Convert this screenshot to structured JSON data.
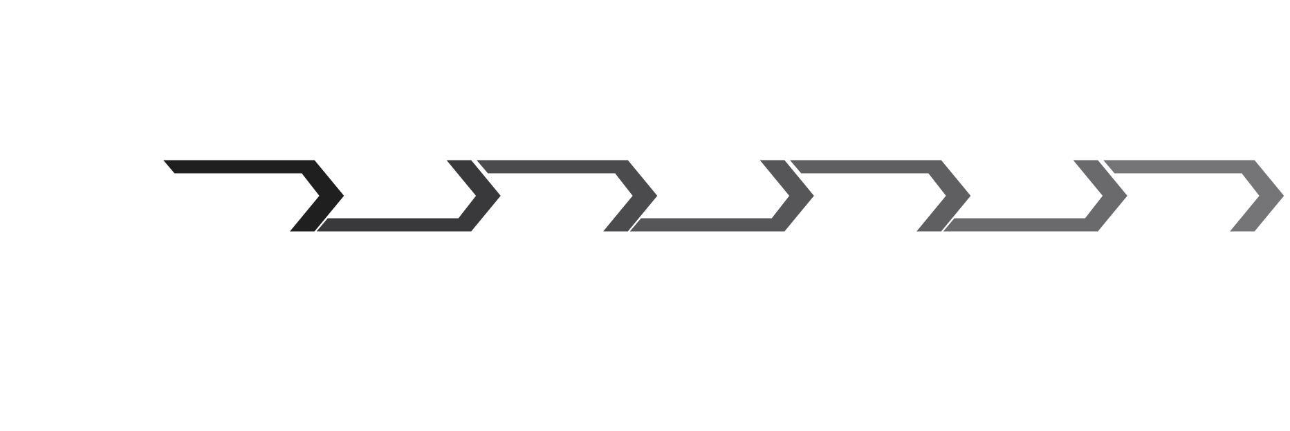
{
  "diagram": {
    "title": "",
    "type": "chevron-process-flow",
    "segments": [
      {
        "index": 1,
        "orientation": "top",
        "color": "#1f1f20"
      },
      {
        "index": 2,
        "orientation": "bottom",
        "color": "#39393b"
      },
      {
        "index": 3,
        "orientation": "top",
        "color": "#4b4b4d"
      },
      {
        "index": 4,
        "orientation": "bottom",
        "color": "#565658"
      },
      {
        "index": 5,
        "orientation": "top",
        "color": "#5f5f61"
      },
      {
        "index": 6,
        "orientation": "bottom",
        "color": "#6a6a6d"
      },
      {
        "index": 7,
        "orientation": "top",
        "color": "#757578"
      }
    ]
  }
}
